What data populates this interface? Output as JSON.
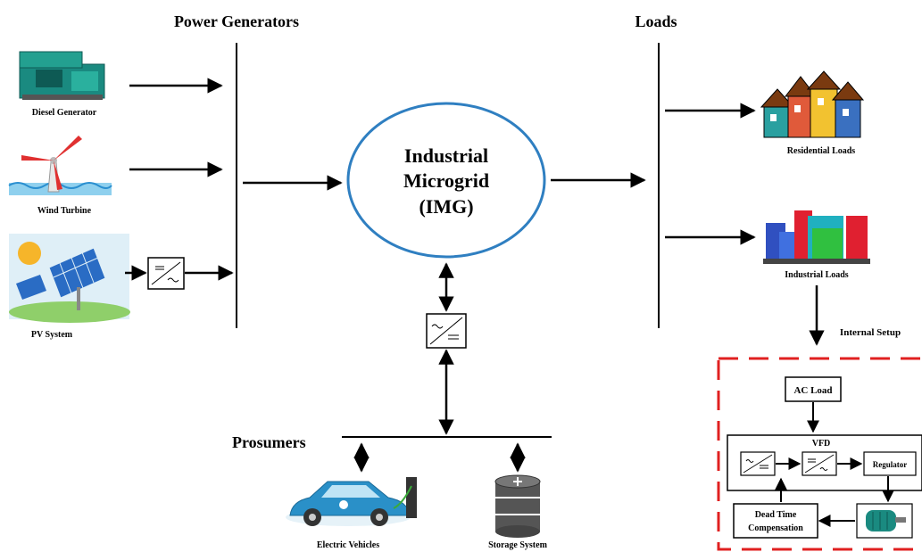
{
  "headings": {
    "power_generators": "Power Generators",
    "loads": "Loads",
    "prosumers": "Prosumers",
    "internal_setup": "Internal Setup"
  },
  "hub": {
    "line1": "Industrial",
    "line2": "Microgrid",
    "line3": "(IMG)"
  },
  "sources": {
    "diesel": "Diesel Generator",
    "wind": "Wind Turbine",
    "pv": "PV System"
  },
  "load_items": {
    "residential": "Residential Loads",
    "industrial": "Industrial Loads"
  },
  "prosumer_items": {
    "ev": "Electric Vehicles",
    "storage": "Storage System"
  },
  "setup": {
    "ac_load": "AC Load",
    "vfd": "VFD",
    "regulator": "Regulator",
    "dead_time_line1": "Dead Time",
    "dead_time_line2": "Compensation"
  },
  "converter_symbols": {
    "dc_ac": "=/~",
    "ac_dc": "~/="
  },
  "icons": [
    "diesel-generator-icon",
    "wind-turbine-icon",
    "solar-panel-icon",
    "houses-icon",
    "factory-buildings-icon",
    "electric-car-icon",
    "database-storage-icon",
    "motor-icon"
  ],
  "colors": {
    "hub_border": "#2f7fc1",
    "setup_border": "#e02020",
    "line": "#000000"
  }
}
